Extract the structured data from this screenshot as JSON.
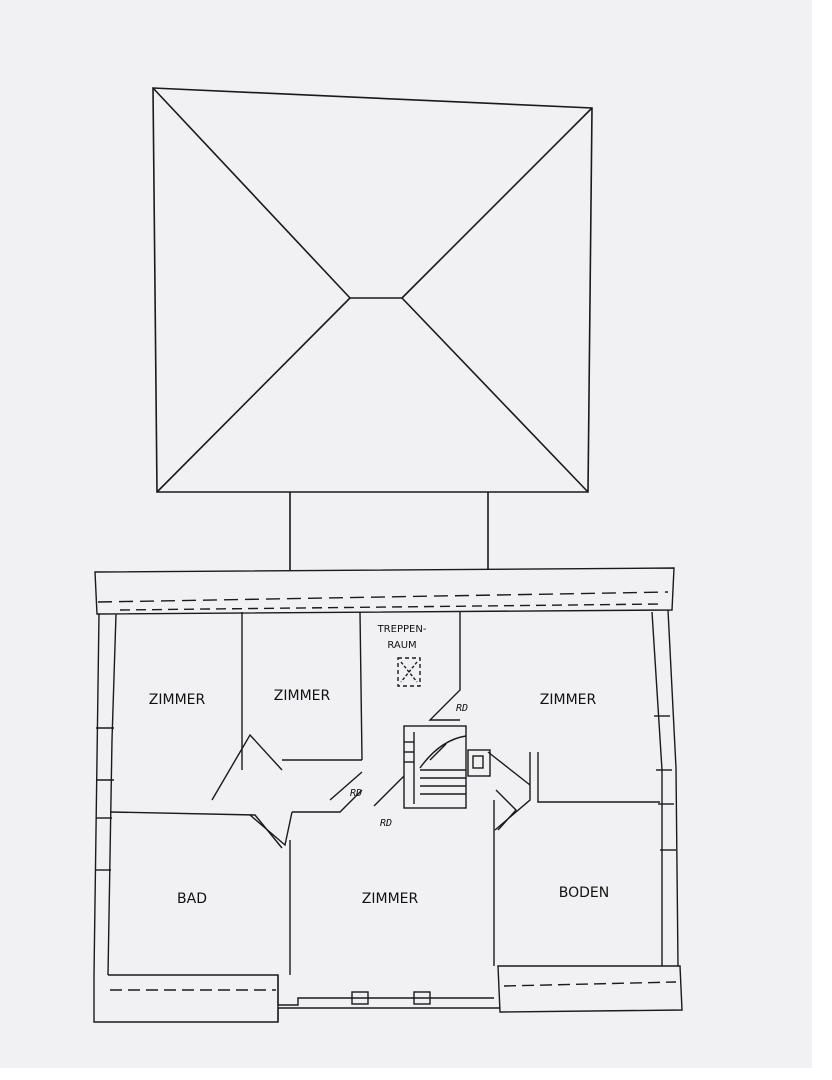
{
  "roof_plan": {},
  "floor_plan": {
    "rooms": [
      {
        "id": "zimmer-1",
        "label": "ZIMMER"
      },
      {
        "id": "zimmer-2",
        "label": "ZIMMER"
      },
      {
        "id": "zimmer-3",
        "label": "ZIMMER"
      },
      {
        "id": "zimmer-4",
        "label": "ZIMMER"
      },
      {
        "id": "bad",
        "label": "BAD"
      },
      {
        "id": "boden",
        "label": "BODEN"
      }
    ],
    "stairwell": {
      "line1": "TREPPEN-",
      "line2": "RAUM"
    },
    "rd_marks": [
      "RD",
      "RD",
      "RD"
    ]
  },
  "colors": {
    "paper": "#f1f1f3",
    "ink": "#1a1a1a",
    "margin": "#ffffff"
  }
}
